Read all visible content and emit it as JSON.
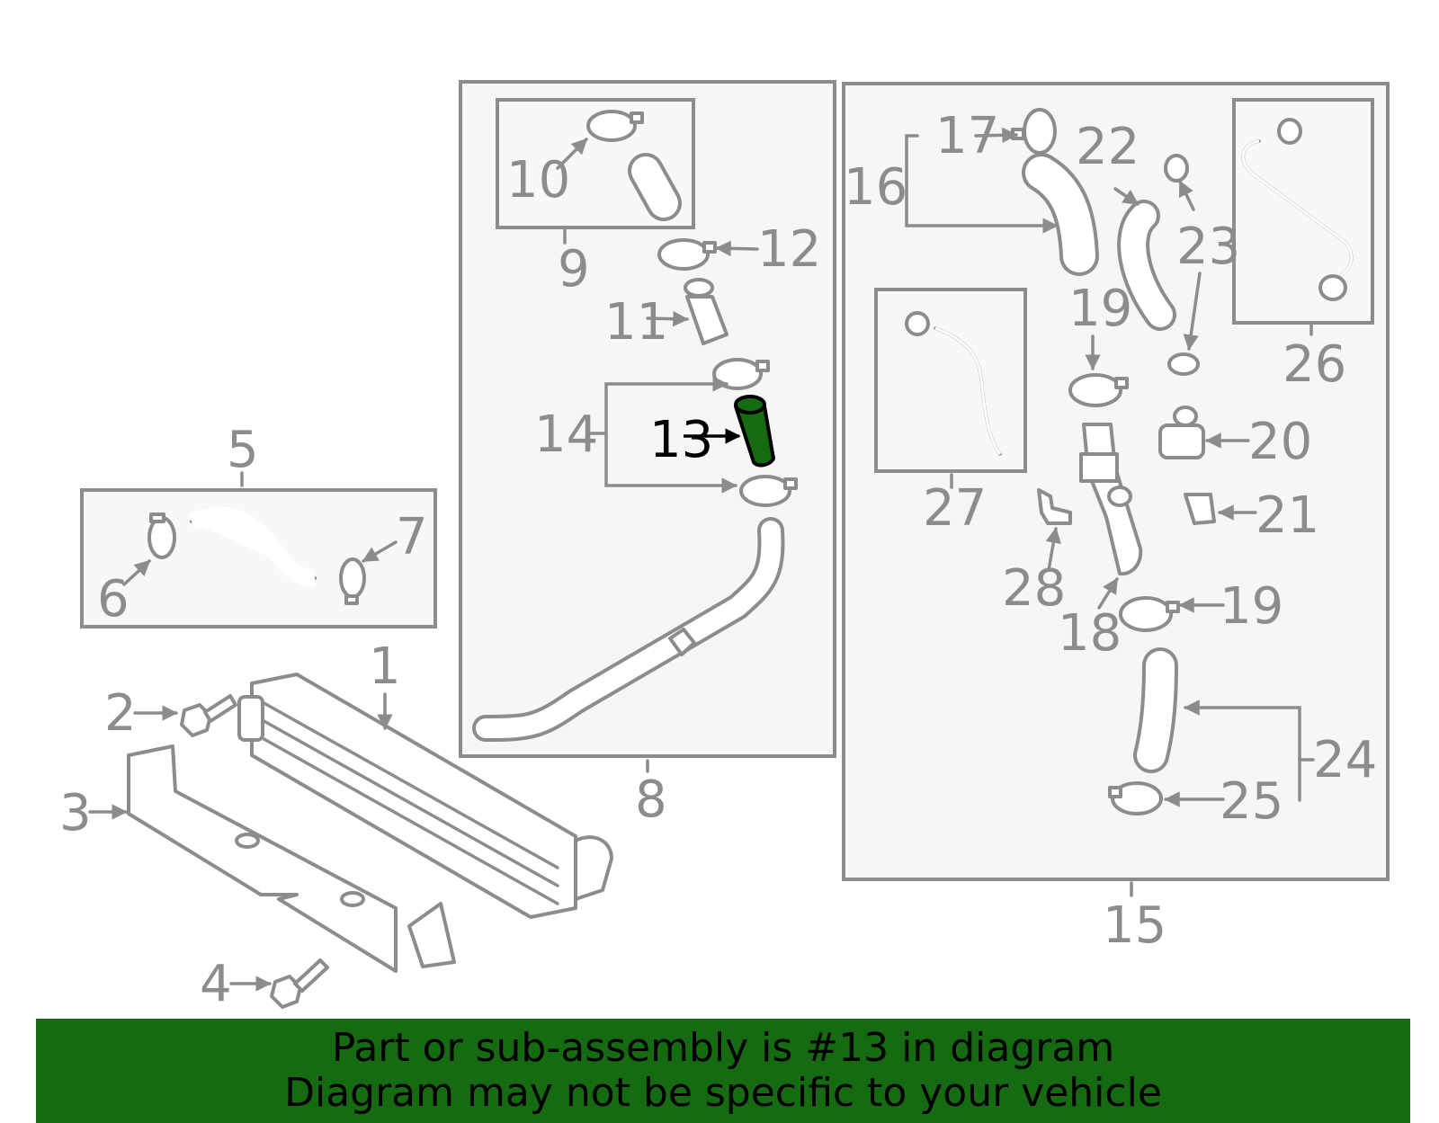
{
  "colors": {
    "banner_bg": "#166b12",
    "part_line": "#8c8c8c",
    "highlight": "#166b12"
  },
  "highlighted_part": "13",
  "callouts": {
    "c1": "1",
    "c2": "2",
    "c3": "3",
    "c4": "4",
    "c5": "5",
    "c6": "6",
    "c7": "7",
    "c8": "8",
    "c9": "9",
    "c10": "10",
    "c11": "11",
    "c12": "12",
    "c13": "13",
    "c14": "14",
    "c15": "15",
    "c16": "16",
    "c17": "17",
    "c18": "18",
    "c19a": "19",
    "c19b": "19",
    "c20": "20",
    "c21": "21",
    "c22": "22",
    "c23": "23",
    "c24": "24",
    "c25": "25",
    "c26": "26",
    "c27": "27",
    "c28": "28"
  },
  "banner": {
    "line1": "Part or sub-assembly is #13 in diagram",
    "line2": "Diagram may not be specific to your vehicle"
  }
}
